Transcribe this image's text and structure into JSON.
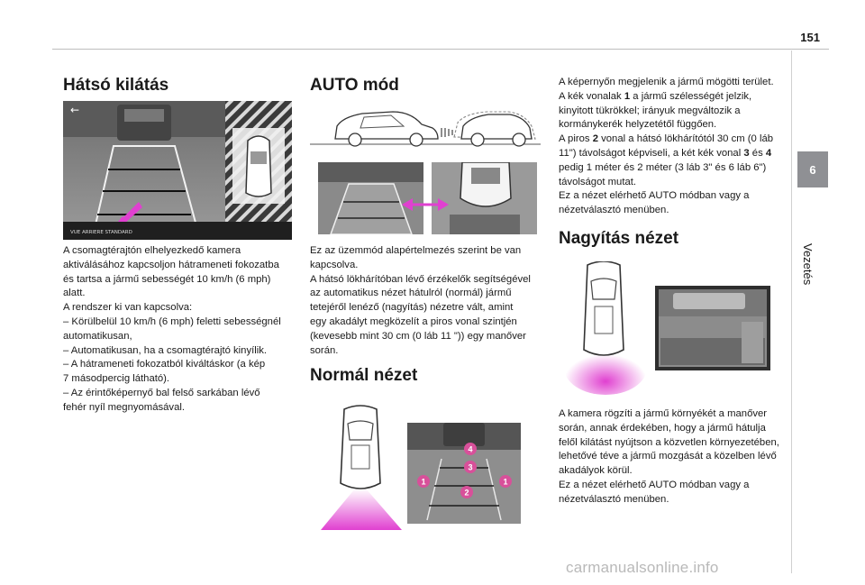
{
  "page": {
    "number": "151"
  },
  "chapter": {
    "number": "6",
    "title": "Vezetés"
  },
  "left_column": {
    "heading": "Hátsó kilátás",
    "screen_banner": "VUE ARRIERE STANDARD",
    "lines": [
      "A csomagtérajtón elhelyezkedő kamera",
      "aktiválásához kapcsoljon hátrameneti fokozatba",
      "és tartsa a jármű sebességét 10 km/h (6 mph)",
      "alatt.",
      "A rendszer ki van kapcsolva:",
      "–  Körülbelül 10 km/h (6 mph) feletti sebességnél",
      "automatikusan,",
      "–  Automatikusan, ha a csomagtérajtó kinyílik.",
      "–  A hátrameneti fokozatból kiváltáskor (a kép",
      "7 másodpercig látható).",
      "–  Az érintőképernyő bal felső sarkában lévő",
      "fehér nyíl megnyomásával."
    ]
  },
  "middle_column": {
    "heading_auto": "AUTO mód",
    "auto_lines": [
      "Ez az üzemmód alapértelmezés szerint be van",
      "kapcsolva.",
      "A hátsó lökhárítóban lévő érzékelők segítségével",
      "az automatikus nézet hátulról (normál) jármű",
      "tetejéről lenéző (nagyítás) nézetre vált, amint",
      "egy akadályt megközelít a piros vonal szintjén",
      "(kevesebb mint 30 cm (0 láb 11 \")) egy manőver",
      "során."
    ],
    "heading_normal": "Normál nézet",
    "badges": [
      "4",
      "3",
      "1",
      "1",
      "2"
    ]
  },
  "right_column": {
    "top_lines_html": [
      "A képernyőn megjelenik a jármű mögötti terület.",
      "A kék vonalak <b>1</b> a jármű szélességét jelzik,",
      "kinyitott tükrökkel; irányuk megváltozik a",
      "kormánykerék helyzetétől függően.",
      "A piros <b>2</b> vonal a hátsó lökhárítótól 30 cm (0 láb",
      "11\") távolságot képviseli, a két kék vonal <b>3</b> és <b>4</b>",
      "pedig 1 méter és 2 méter (3 láb 3\" és 6 láb 6\")",
      "távolságot mutat.",
      "Ez a nézet elérhető AUTO módban vagy a",
      "nézetválasztó menüben."
    ],
    "heading_zoom": "Nagyítás nézet",
    "bottom_lines": [
      "A kamera rögzíti a jármű környékét a manőver",
      "során, annak érdekében, hogy a jármű hátulja",
      "felől kilátást nyújtson a közvetlen környezetében,",
      "lehetővé téve a jármű mozgását a közelben lévő",
      "akadályok körül.",
      "Ez a nézet elérhető AUTO módban vagy a",
      "nézetválasztó menüben."
    ]
  },
  "watermark": "carmanualsonline.info",
  "colors": {
    "guide_blue": "#3a8fd8",
    "guide_red": "#e03030",
    "highlight_magenta": "#e040d0",
    "badge_pink": "#d8509a",
    "tab_gray": "#8f9094"
  }
}
